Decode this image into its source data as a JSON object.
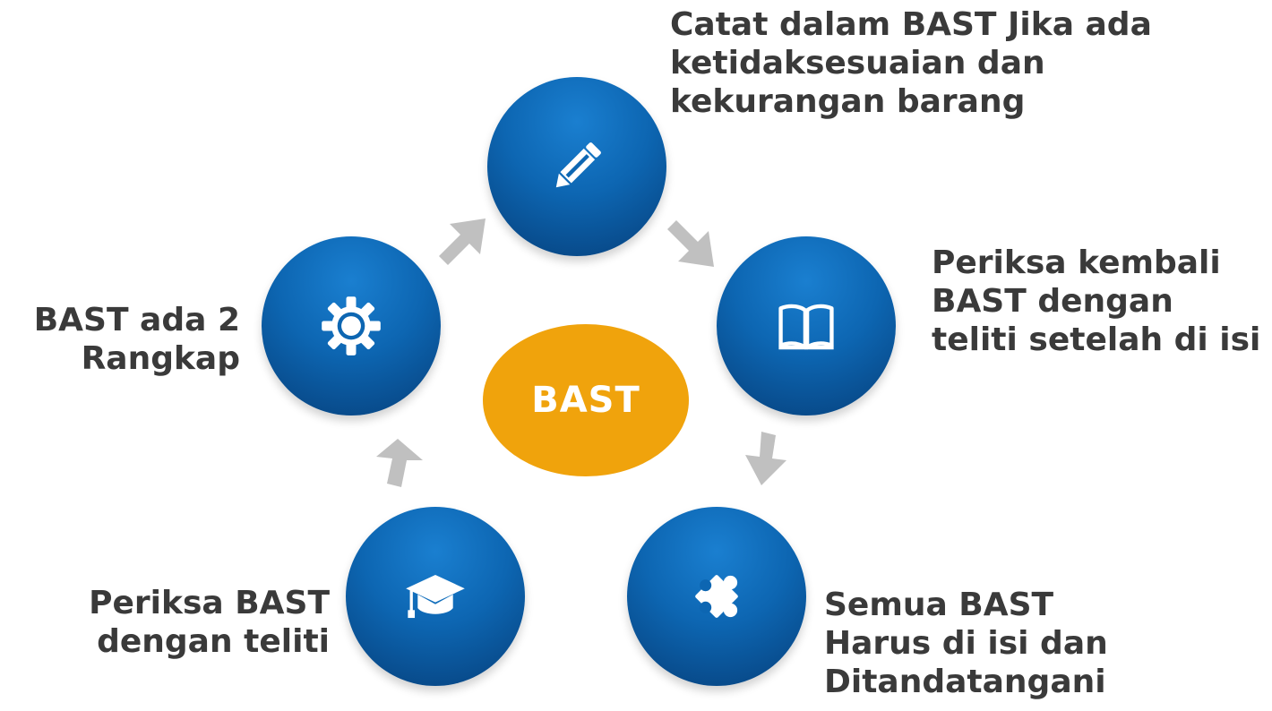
{
  "center": {
    "label": "BAST"
  },
  "nodes": [
    {
      "icon": "pencil-icon",
      "label": "Catat dalam BAST Jika ada ketidaksesuaian dan kekurangan barang"
    },
    {
      "icon": "book-icon",
      "label": "Periksa kembali BAST dengan teliti setelah di isi"
    },
    {
      "icon": "puzzle-icon",
      "label": "Semua BAST Harus di isi dan Ditandatangani"
    },
    {
      "icon": "graduation-cap-icon",
      "label": "Periksa BAST dengan teliti"
    },
    {
      "icon": "gear-icon",
      "label": "BAST ada 2 Rangkap"
    }
  ],
  "colors": {
    "node": "#0d66b2",
    "center": "#f0a30c",
    "arrow": "#c0c0c0",
    "text": "#3a3a3a"
  }
}
